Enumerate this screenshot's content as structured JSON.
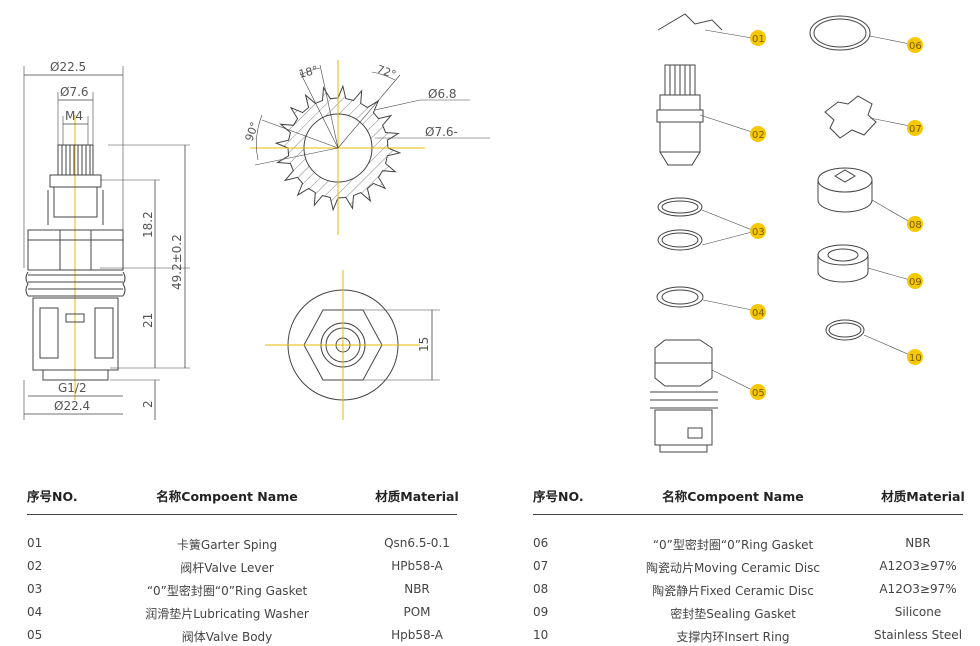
{
  "dimensions": {
    "d22_5": "Ø22.5",
    "d7_6_top": "Ø7.6",
    "m4": "M4",
    "h18_2": "18.2",
    "h49_2": "49.2±0.2",
    "h21": "21",
    "h2": "2",
    "g1_2": "G1/2",
    "d22_4": "Ø22.4",
    "a18": "18°",
    "a72": "72°",
    "a90": "90°",
    "d6_8": "Ø6.8",
    "d7_6_gear": "Ø7.6-",
    "w15": "15"
  },
  "tags": [
    "01",
    "02",
    "03",
    "03",
    "04",
    "05",
    "06",
    "07",
    "08",
    "09",
    "10"
  ],
  "tables": {
    "left": {
      "headers": {
        "no": "序号NO.",
        "name": "名称Compoent Name",
        "material": "材质Material"
      },
      "rows": [
        {
          "no": "01",
          "name": "卡簧Garter Sping",
          "material": "Qsn6.5-0.1"
        },
        {
          "no": "02",
          "name": "阀杆Valve Lever",
          "material": "HPb58-A"
        },
        {
          "no": "03",
          "name": "“0”型密封圈“0”Ring Gasket",
          "material": "NBR"
        },
        {
          "no": "04",
          "name": "润滑垫片Lubricating Washer",
          "material": "POM"
        },
        {
          "no": "05",
          "name": "阀体Valve Body",
          "material": "Hpb58-A"
        }
      ]
    },
    "right": {
      "headers": {
        "no": "序号NO.",
        "name": "名称Compoent Name",
        "material": "材质Material"
      },
      "rows": [
        {
          "no": "06",
          "name": "“0”型密封圈“0”Ring Gasket",
          "material": "NBR"
        },
        {
          "no": "07",
          "name": "陶瓷动片Moving Ceramic Disc",
          "material": "A12O3≥97%"
        },
        {
          "no": "08",
          "name": "陶瓷静片Fixed Ceramic Disc",
          "material": "A12O3≥97%"
        },
        {
          "no": "09",
          "name": "密封垫Sealing Gasket",
          "material": "Silicone"
        },
        {
          "no": "10",
          "name": "支撑内环Insert Ring",
          "material": "Stainless Steel"
        }
      ]
    }
  },
  "colors": {
    "centerline": "#e8b800",
    "tag_fill": "#f5c800",
    "line": "#444444"
  }
}
